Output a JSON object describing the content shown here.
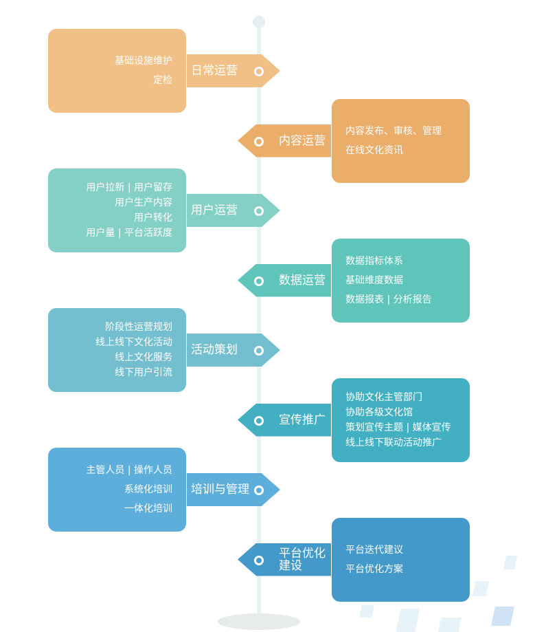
{
  "items": [
    {
      "title": "日常运营",
      "side": "left",
      "color": "#f0c087",
      "lines": [
        "基础设施维护",
        "定检"
      ]
    },
    {
      "title": "内容运营",
      "side": "right",
      "color": "#ebad6a",
      "lines": [
        "内容发布、审核、管理",
        "在线文化资讯"
      ]
    },
    {
      "title": "用户运营",
      "side": "left",
      "color": "#84cfc6",
      "lines": [
        "用户拉新 | 用户留存",
        "用户生产内容",
        "用户转化",
        "用户量 | 平台活跃度"
      ]
    },
    {
      "title": "数据运营",
      "side": "right",
      "color": "#5fc4ba",
      "lines": [
        "数据指标体系",
        "基础维度数据",
        "数据报表 | 分析报告"
      ]
    },
    {
      "title": "活动策划",
      "side": "left",
      "color": "#73bfcf",
      "lines": [
        "阶段性运营规划",
        "线上线下文化活动",
        "线上文化服务",
        "线下用户引流"
      ]
    },
    {
      "title": "宣传推广",
      "side": "right",
      "color": "#42b0c2",
      "lines": [
        "协助文化主管部门",
        "协助各级文化馆",
        "策划宣传主题 | 媒体宣传",
        "线上线下联动活动推广"
      ]
    },
    {
      "title": "培训与管理",
      "side": "left",
      "color": "#5eaedc",
      "lines": [
        "主管人员 | 操作人员",
        "系统化培训",
        "一体化培训"
      ]
    },
    {
      "title": "平台优化建设",
      "title_lines": [
        "平台优化",
        "建设"
      ],
      "side": "right",
      "color": "#4399c9",
      "lines": [
        "平台迭代建议",
        "平台优化方案"
      ]
    }
  ]
}
